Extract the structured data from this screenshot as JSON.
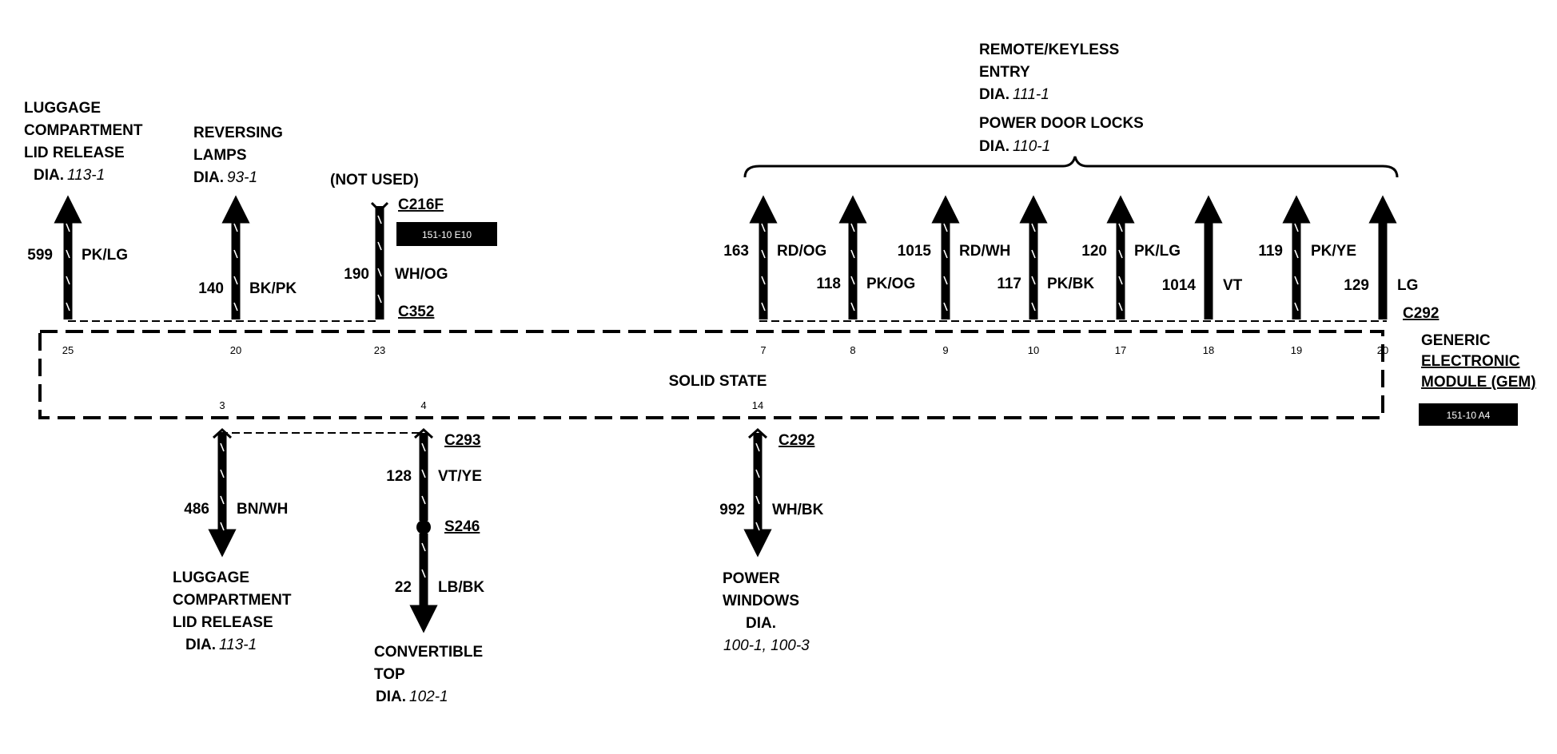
{
  "module": {
    "name_lines": [
      "GENERIC",
      "ELECTRONIC",
      "MODULE (GEM)"
    ],
    "connector": "C292",
    "ref_box": "151-10 A4",
    "center_label": "SOLID STATE"
  },
  "bracket": {
    "title_lines": [
      "REMOTE/KEYLESS",
      "ENTRY"
    ],
    "dia1_prefix": "DIA.",
    "dia1": "111-1",
    "title2": "POWER DOOR LOCKS",
    "dia2_prefix": "DIA.",
    "dia2": "110-1"
  },
  "top_left": [
    {
      "pin": "25",
      "circuit": "599",
      "color": "PK/LG",
      "dest_lines": [
        "LUGGAGE",
        "COMPARTMENT",
        "LID RELEASE"
      ],
      "dia_prefix": "DIA.",
      "dia": "113-1"
    },
    {
      "pin": "20",
      "circuit": "140",
      "color": "BK/PK",
      "dest_lines": [
        "REVERSING",
        "LAMPS"
      ],
      "dia_prefix": "DIA.",
      "dia": "93-1"
    },
    {
      "pin": "23",
      "circuit": "190",
      "color": "WH/OG",
      "note": "(NOT USED)",
      "conn_top": "C216F",
      "ref_box": "151-10 E10",
      "conn_bottom": "C352"
    }
  ],
  "top_right": [
    {
      "pin": "7",
      "circuit": "163",
      "color": "RD/OG"
    },
    {
      "pin": "8",
      "circuit": "118",
      "color": "PK/OG"
    },
    {
      "pin": "9",
      "circuit": "1015",
      "color": "RD/WH"
    },
    {
      "pin": "10",
      "circuit": "117",
      "color": "PK/BK"
    },
    {
      "pin": "17",
      "circuit": "120",
      "color": "PK/LG"
    },
    {
      "pin": "18",
      "circuit": "1014",
      "color": "VT"
    },
    {
      "pin": "19",
      "circuit": "119",
      "color": "PK/YE"
    },
    {
      "pin": "20",
      "circuit": "129",
      "color": "LG"
    }
  ],
  "bottom": [
    {
      "pin": "3",
      "circuit": "486",
      "color": "BN/WH",
      "dest_lines": [
        "LUGGAGE",
        "COMPARTMENT",
        "LID RELEASE"
      ],
      "dia_prefix": "DIA.",
      "dia": "113-1"
    },
    {
      "pin": "4",
      "connector": "C293",
      "circuit": "128",
      "color": "VT/YE",
      "splice": "S246",
      "circuit2": "22",
      "color2": "LB/BK",
      "dest_lines": [
        "CONVERTIBLE",
        "TOP"
      ],
      "dia_prefix": "DIA.",
      "dia": "102-1"
    },
    {
      "pin": "14",
      "connector": "C292",
      "circuit": "992",
      "color": "WH/BK",
      "dest_lines": [
        "POWER",
        "WINDOWS",
        "DIA."
      ],
      "dia": "100-1, 100-3"
    }
  ]
}
